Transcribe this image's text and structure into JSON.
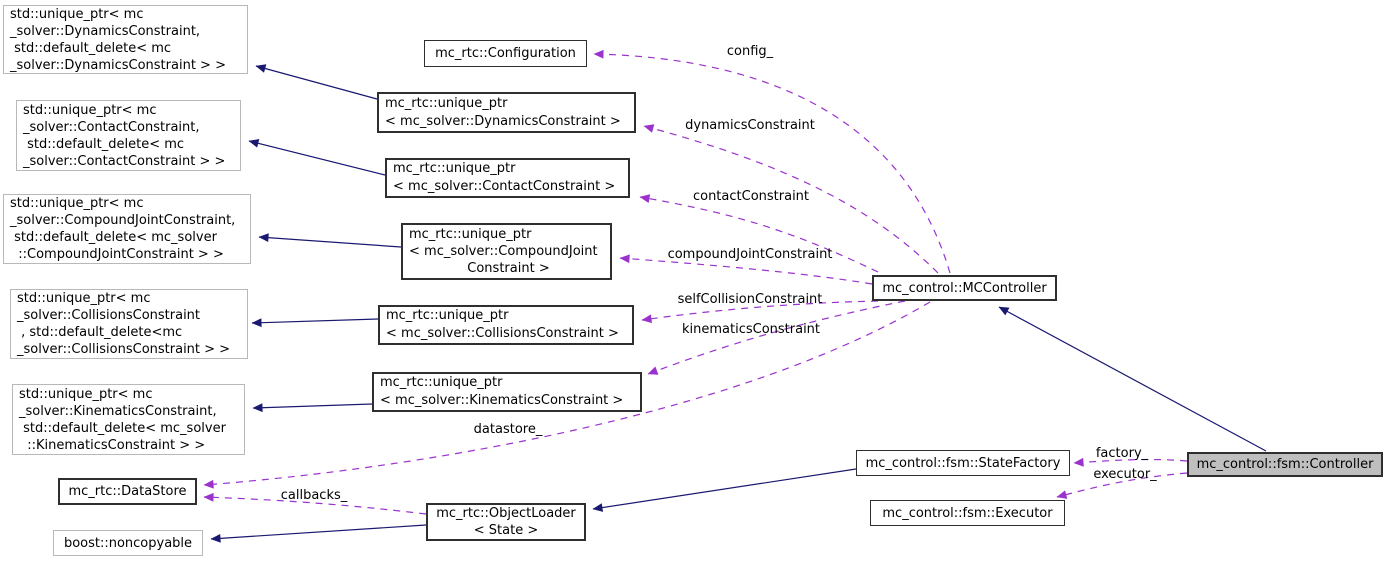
{
  "nodes": {
    "std_uptr_dynamics": {
      "lines": [
        "std::unique_ptr< mc",
        "_solver::DynamicsConstraint,",
        " std::default_delete< mc",
        "_solver::DynamicsConstraint > >"
      ]
    },
    "std_uptr_contact": {
      "lines": [
        "std::unique_ptr< mc",
        "_solver::ContactConstraint,",
        " std::default_delete< mc",
        "_solver::ContactConstraint > >"
      ]
    },
    "std_uptr_compound": {
      "lines": [
        "std::unique_ptr< mc",
        "_solver::CompoundJointConstraint,",
        " std::default_delete< mc_solver",
        "  ::CompoundJointConstraint > >"
      ]
    },
    "std_uptr_collisions": {
      "lines": [
        "std::unique_ptr< mc",
        "_solver::CollisionsConstraint",
        " , std::default_delete<mc",
        "_solver::CollisionsConstraint > >"
      ]
    },
    "std_uptr_kinematics": {
      "lines": [
        "std::unique_ptr< mc",
        "_solver::KinematicsConstraint,",
        " std::default_delete< mc_solver",
        "  ::KinematicsConstraint > >"
      ]
    },
    "configuration": {
      "label": "mc_rtc::Configuration"
    },
    "uptr_dynamics": {
      "lines": [
        "mc_rtc::unique_ptr",
        "< mc_solver::DynamicsConstraint >"
      ]
    },
    "uptr_contact": {
      "lines": [
        "mc_rtc::unique_ptr",
        "< mc_solver::ContactConstraint >"
      ]
    },
    "uptr_compound": {
      "lines": [
        "mc_rtc::unique_ptr",
        "< mc_solver::CompoundJoint",
        "Constraint >"
      ]
    },
    "uptr_collisions": {
      "lines": [
        "mc_rtc::unique_ptr",
        "< mc_solver::CollisionsConstraint >"
      ]
    },
    "uptr_kinematics": {
      "lines": [
        "mc_rtc::unique_ptr",
        "< mc_solver::KinematicsConstraint >"
      ]
    },
    "mccontroller": {
      "label": "mc_control::MCController"
    },
    "datastore": {
      "label": "mc_rtc::DataStore"
    },
    "noncopyable": {
      "label": "boost::noncopyable"
    },
    "objectloader": {
      "lines": [
        "mc_rtc::ObjectLoader",
        "< State >"
      ]
    },
    "statefactory": {
      "label": "mc_control::fsm::StateFactory"
    },
    "executor": {
      "label": "mc_control::fsm::Executor"
    },
    "fsm_controller": {
      "label": "mc_control::fsm::Controller"
    }
  },
  "edge_labels": {
    "config": "config_",
    "dynamics": "dynamicsConstraint",
    "contact": "contactConstraint",
    "compound_joint": "compoundJointConstraint",
    "self_collision": "selfCollisionConstraint",
    "kinematics": "kinematicsConstraint",
    "datastore": "datastore_",
    "callbacks": "callbacks_",
    "factory": "factory_",
    "executor": "executor_"
  },
  "colors": {
    "solid_edge": "#191970",
    "dashed_edge": "#9a32cd",
    "highlight_fill": "#bfbfbf",
    "node_border": "#2f2f2f",
    "gray_node_border": "#b8b8b8",
    "background": "#ffffff"
  }
}
